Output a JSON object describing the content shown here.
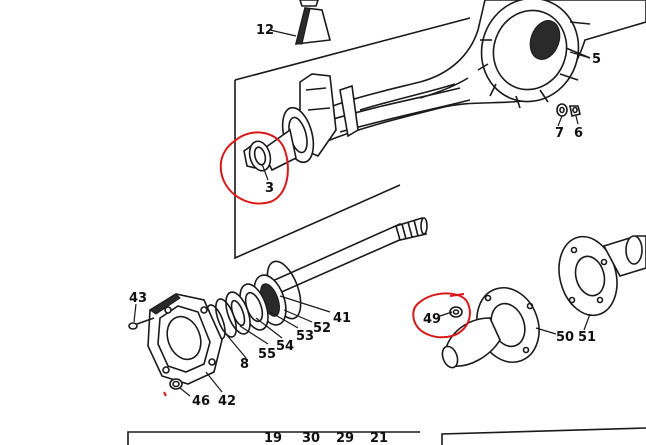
{
  "callouts": {
    "c12": "12",
    "c5": "5",
    "c7": "7",
    "c6": "6",
    "c3": "3",
    "c43": "43",
    "c41": "41",
    "c52": "52",
    "c53": "53",
    "c54": "54",
    "c55": "55",
    "c8": "8",
    "c46": "46",
    "c42": "42",
    "c49": "49",
    "c50": "50",
    "c51": "51",
    "c19": "19",
    "c30": "30",
    "c29": "29",
    "c21": "21"
  },
  "colors": {
    "ink": "#1a1a1a",
    "highlight": "#d81818",
    "background": "#ffffff"
  }
}
